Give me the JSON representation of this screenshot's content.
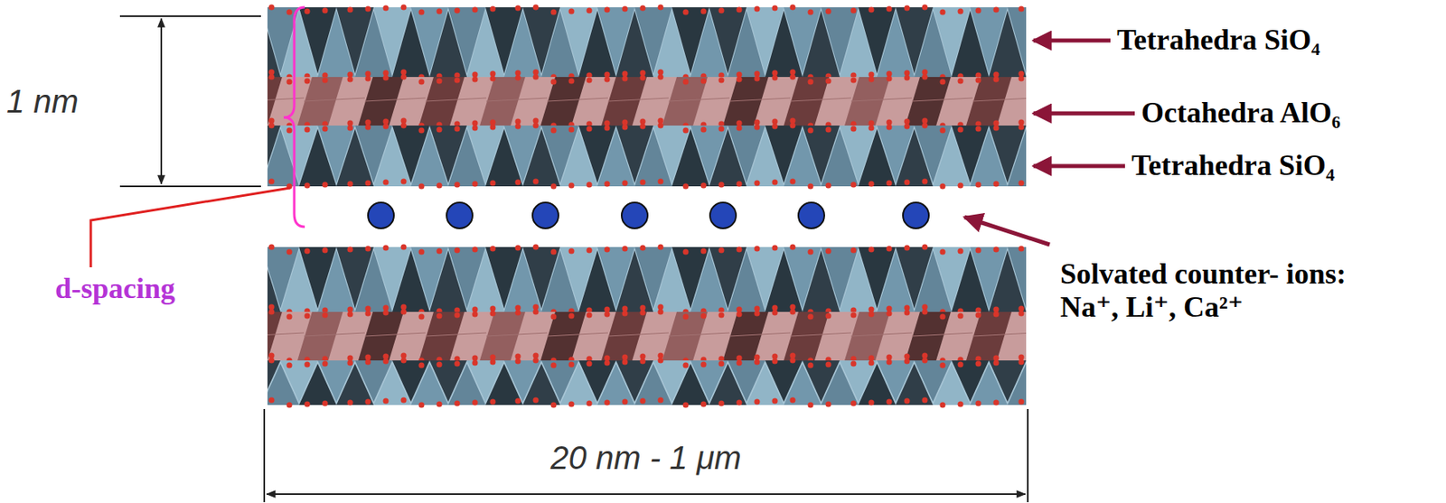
{
  "diagram": {
    "labels": [
      "1 nm",
      "Tetrahedra SiO₄",
      "Octahedra AlO₆",
      "Tetrahedra SiO₄",
      "d-spacing",
      "Solvated counter- ions: Na⁺, Li⁺, Ca²⁺",
      "20 nm - 1 μm"
    ]
  }
}
